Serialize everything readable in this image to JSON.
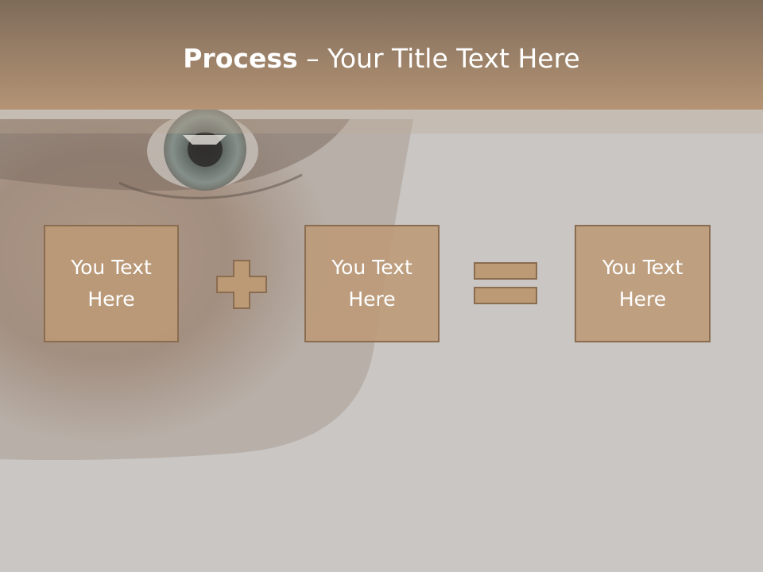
{
  "slide": {
    "title_bold": "Process",
    "title_rest": " – Your Title Text Here",
    "boxes": [
      {
        "line1": "You Text",
        "line2": "Here"
      },
      {
        "line1": "You Text",
        "line2": "Here"
      },
      {
        "line1": "You Text",
        "line2": "Here"
      }
    ],
    "operators": [
      "plus-icon",
      "equals-icon"
    ]
  },
  "colors": {
    "header": "#9a8068",
    "box_fill": "#bc9a76",
    "box_border": "#8a6c50",
    "text": "#ffffff"
  }
}
